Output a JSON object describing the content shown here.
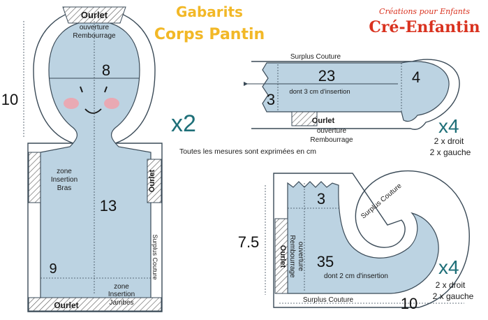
{
  "title": {
    "line1": "Gabarits",
    "line2": "Corps Pantin"
  },
  "logo": {
    "tagline": "Créations pour Enfants",
    "name": "Cré-Enfantin"
  },
  "note": "Toutes les mesures sont exprimées en cm",
  "colors": {
    "fabric": "#bcd3e2",
    "outline": "#3a4a57",
    "title": "#f2b827",
    "count": "#1e6f78",
    "logo_red": "#d9321f"
  },
  "body_pattern": {
    "height_label": "10",
    "head_width_label": "8",
    "body_height_label": "13",
    "leg_width_label": "9",
    "top_hem": "Ourlet",
    "top_opening": "ouverture",
    "top_stuffing": "Rembourrage",
    "arm_zone": "zone",
    "arm_insertion": "Insertion",
    "arm_part": "Bras",
    "side_hem": "Ourlet",
    "seam_allowance": "Surplus Couture",
    "leg_zone": "zone",
    "leg_insertion": "Insertion",
    "leg_part": "Jambes",
    "bottom_hem": "Ourlet",
    "count": "x2"
  },
  "arm_pattern": {
    "seam_allowance": "Surplus Couture",
    "length_label": "23",
    "hand_label": "4",
    "width_label": "3",
    "insertion_note": "dont 3 cm d'insertion",
    "hem": "Ourlet",
    "opening": "ouverture",
    "stuffing": "Rembourrage",
    "count": "x4",
    "right": "2 x droit",
    "left": "2 x gauche"
  },
  "leg_pattern": {
    "seam_allowance_top": "Surplus Couture",
    "width_label": "3",
    "height_label": "7.5",
    "hem": "Ourlet",
    "stuffing": "Rembourrage",
    "opening": "ouverture",
    "length_label": "35",
    "insertion_note": "dont 2 cm d'insertion",
    "seam_allowance_bottom": "Surplus Couture",
    "foot_label": "10",
    "count": "x4",
    "right": "2 x droit",
    "left": "2 x gauche"
  }
}
